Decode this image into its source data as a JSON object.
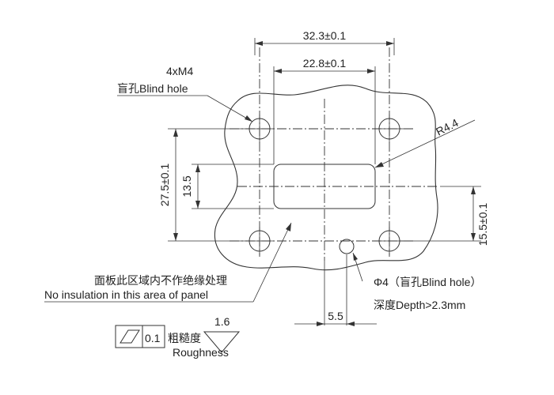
{
  "dimensions": {
    "width_outer": "32.3±0.1",
    "width_inner": "22.8±0.1",
    "height_outer": "27.5±0.1",
    "height_inner": "13.5",
    "height_lower": "15.5±0.1",
    "offset_bottom": "5.5",
    "corner_radius": "R4.4"
  },
  "callouts": {
    "thread_count": "4xM4",
    "thread_type": "盲孔Blind hole",
    "pin_diameter": "Φ4（盲孔Blind hole）",
    "pin_depth": "深度Depth>2.3mm",
    "no_insulation_cn": "面板此区域内不作绝缘处理",
    "no_insulation_en": "No insulation in this area of panel"
  },
  "roughness": {
    "flatness_value": "0.1",
    "label_cn": "粗糙度",
    "value": "1.6",
    "label_en": "Roughness"
  }
}
